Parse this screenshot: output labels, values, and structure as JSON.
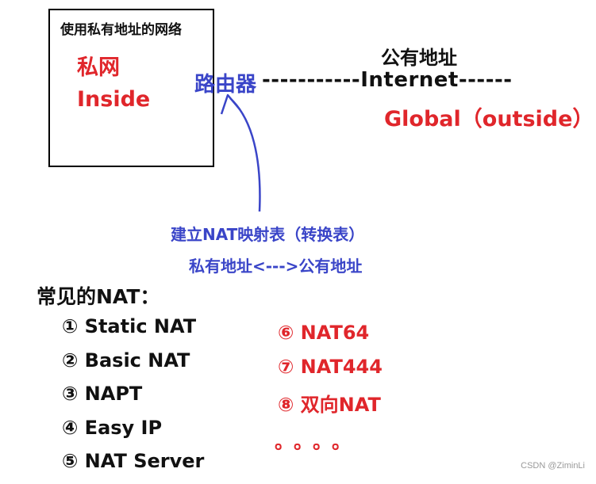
{
  "private_box": {
    "title": "使用私有地址的网络",
    "cn_label": "私网",
    "en_label": "Inside"
  },
  "router": {
    "label": "路由器",
    "link_line": "-----------Internet------"
  },
  "public": {
    "cn_label": "公有地址",
    "en_label": "Global（outside）"
  },
  "annotation": {
    "nat_table": "建立NAT映射表（转换表）",
    "mapping": "私有地址<--->公有地址"
  },
  "common_nat": {
    "title": "常见的NAT：",
    "items": [
      "① Static NAT",
      "② Basic NAT",
      "③ NAPT",
      "④ Easy IP",
      "⑤ NAT Server"
    ],
    "extra_items": [
      "⑥ NAT64",
      "⑦ NAT444",
      "⑧ 双向NAT"
    ],
    "ellipsis": "。。。。"
  },
  "watermark": "CSDN @ZiminLi",
  "colors": {
    "red": "#e0262b",
    "blue": "#3a45c8",
    "black": "#111111"
  }
}
